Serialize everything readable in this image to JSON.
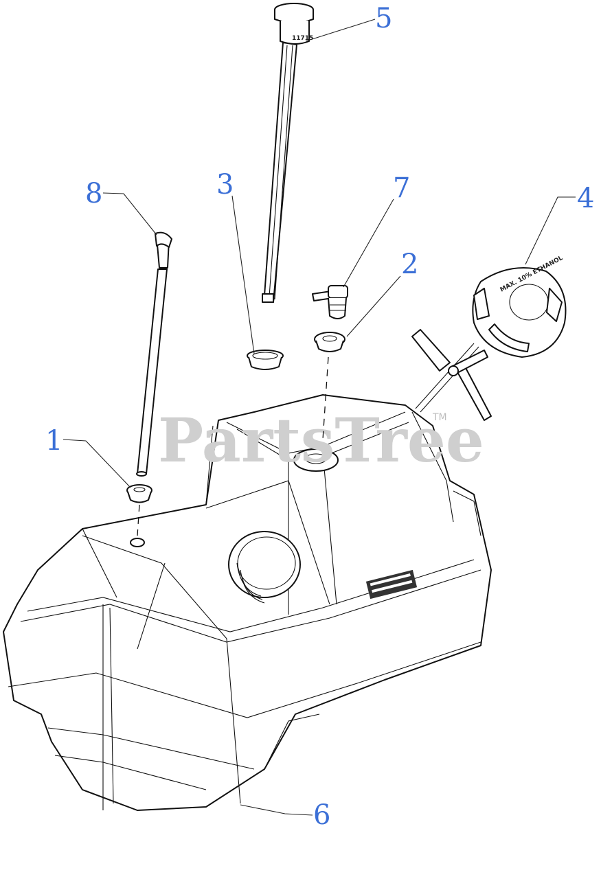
{
  "watermark": {
    "text": "PartsTree",
    "trademark": "TM"
  },
  "part_markings": {
    "sender_code": "11715",
    "cap_text": "MAX. 10% ETHANOL"
  },
  "callouts": [
    {
      "id": "c1",
      "label": "1"
    },
    {
      "id": "c2",
      "label": "2"
    },
    {
      "id": "c3",
      "label": "3"
    },
    {
      "id": "c4",
      "label": "4"
    },
    {
      "id": "c5",
      "label": "5"
    },
    {
      "id": "c6",
      "label": "6"
    },
    {
      "id": "c7",
      "label": "7"
    },
    {
      "id": "c8",
      "label": "8"
    }
  ]
}
